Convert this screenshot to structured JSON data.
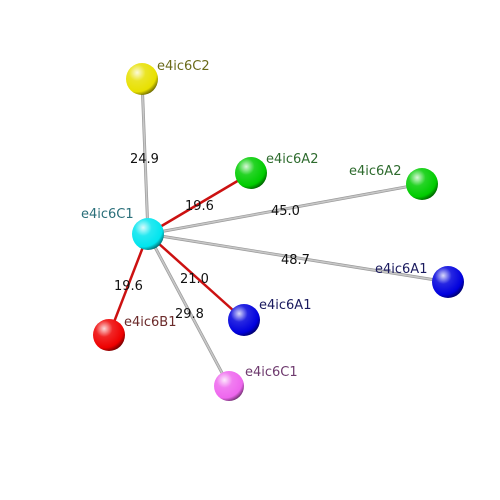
{
  "nodes": [
    {
      "id": "center",
      "label": "e4ic6C1",
      "color": "#00e5ee",
      "label_color": "#2a6f7a"
    },
    {
      "id": "c2",
      "label": "e4ic6C2",
      "color": "#e8e000",
      "label_color": "#6b6b1a"
    },
    {
      "id": "a2_near",
      "label": "e4ic6A2",
      "color": "#00cc00",
      "label_color": "#2e6b2e"
    },
    {
      "id": "a2_far",
      "label": "e4ic6A2",
      "color": "#00cc00",
      "label_color": "#2e6b2e"
    },
    {
      "id": "a1_far",
      "label": "e4ic6A1",
      "color": "#0000dd",
      "label_color": "#1a1a5e"
    },
    {
      "id": "a1_near",
      "label": "e4ic6A1",
      "color": "#0000dd",
      "label_color": "#1a1a5e"
    },
    {
      "id": "c1_pink",
      "label": "e4ic6C1",
      "color": "#ee66ee",
      "label_color": "#6e3a6e"
    },
    {
      "id": "b1",
      "label": "e4ic6B1",
      "color": "#ee0000",
      "label_color": "#6b2a2a"
    }
  ],
  "edges": [
    {
      "to": "c2",
      "distance": "24.9",
      "kind": "gray"
    },
    {
      "to": "a2_near",
      "distance": "19.6",
      "kind": "red"
    },
    {
      "to": "a2_far",
      "distance": "45.0",
      "kind": "gray"
    },
    {
      "to": "a1_far",
      "distance": "48.7",
      "kind": "gray"
    },
    {
      "to": "a1_near",
      "distance": "21.0",
      "kind": "red"
    },
    {
      "to": "c1_pink",
      "distance": "29.8",
      "kind": "gray"
    },
    {
      "to": "b1",
      "distance": "19.6",
      "kind": "red"
    }
  ],
  "colors": {
    "red_edge": "#cc1111",
    "gray_edge": "#c8c8c8"
  }
}
